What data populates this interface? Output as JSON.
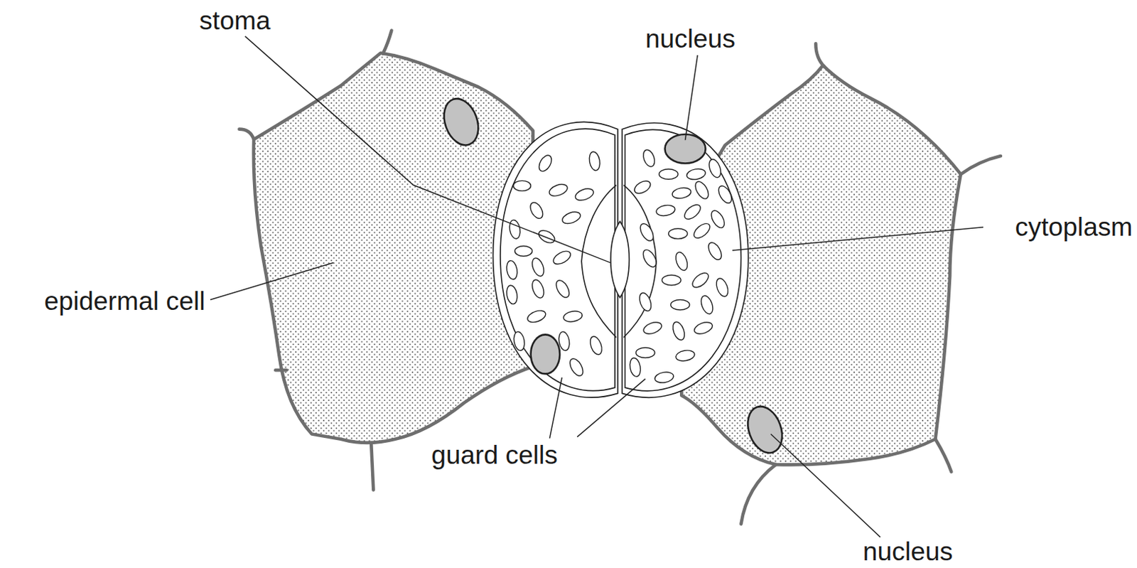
{
  "diagram": {
    "labels": [
      "stoma",
      "nucleus",
      "cytoplasm",
      "epidermal cell",
      "guard cells",
      "nucleus"
    ]
  }
}
